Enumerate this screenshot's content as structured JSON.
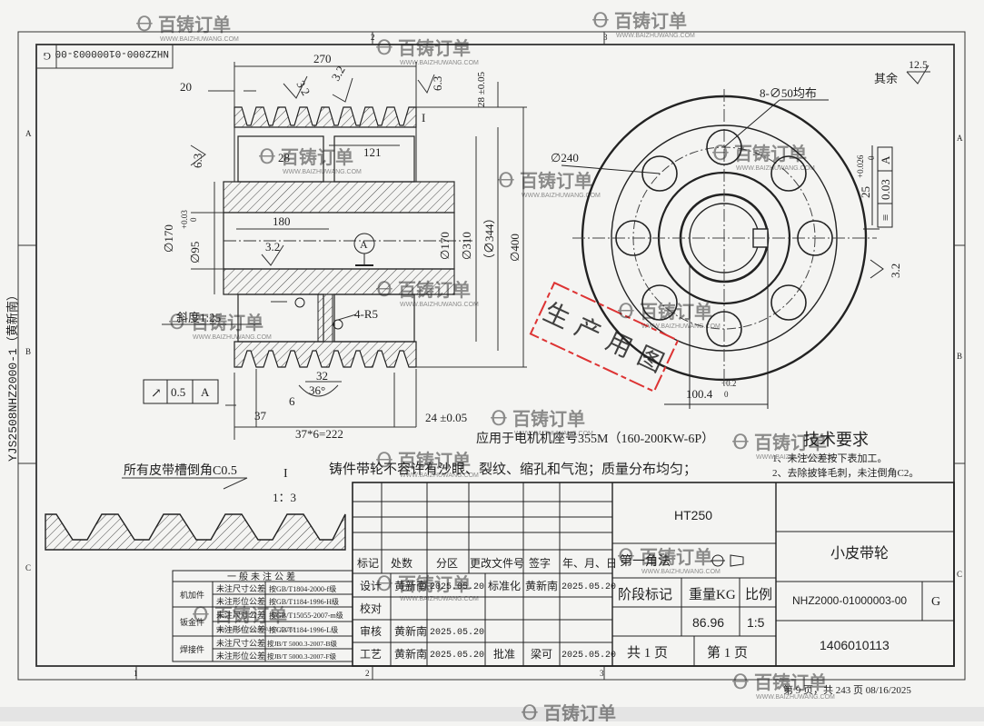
{
  "watermark": {
    "brand": "百铸订单",
    "url": "WWW.BAIZHUWANG.COM"
  },
  "border": {
    "zones_top": [
      "2",
      "3"
    ],
    "zones_bottom": [
      "1",
      "2",
      "3"
    ],
    "zones_side": [
      "A",
      "B",
      "C"
    ]
  },
  "drawing_code_box": {
    "code": "NHZ2000-01000003-00",
    "rev": "G"
  },
  "side_text": "YJS2508NHZ2000-1（黄新南）",
  "roughness_other": {
    "value": "12.5",
    "label": "其余"
  },
  "section_dims": {
    "overall_width": "270",
    "left_offset": "20",
    "ra_32a": "3.2",
    "ra_32b": "3.2",
    "ra_63_top": "6.3",
    "dim_28_tol": "28 ±0.05",
    "roman": "I",
    "dim_28": "28",
    "dim_121": "121",
    "ra_63_left": "6.3",
    "dim_180": "180",
    "ra_32_bore": "3.2",
    "dim_d170_left": "∅170",
    "dim_d95": "∅95",
    "dim_d95_tol_up": "+0.03",
    "dim_d95_tol_low": "0",
    "dim_d170": "∅170",
    "dim_d310": "∅310",
    "dim_d344": "（∅344）",
    "dim_d400": "∅400",
    "datum": "A",
    "taper": "斜度1:25",
    "radius": "4-R5",
    "dim_32": "32",
    "angle": "36°",
    "dim_6": "6",
    "dim_37": "37",
    "pitch": "37*6=222",
    "dim_24": "24 ±0.05",
    "runout_tol": "0.5",
    "runout_datum": "A"
  },
  "end_view": {
    "holes_label": "8-∅50均布",
    "pcd": "∅240",
    "dim_100": "100.4",
    "dim_100_tol_up": "+0.2",
    "dim_100_tol_low": "0",
    "key_width": "25",
    "key_tol_up": "+0.026",
    "key_tol_low": "0",
    "sym_symbol": "≡",
    "sym_tol": "0.03",
    "sym_datum": "A",
    "ra_32": "3.2"
  },
  "stamp_text": "生产用图",
  "application_note": "应用于电机机座号355M（160-200KW-6P）",
  "casting_note": "铸件带轮不容许有沙眼、裂纹、缩孔和气泡；质量分布均匀；",
  "tech_requirements": {
    "title": "技术要求",
    "items": [
      "1、未注公差按下表加工。",
      "2、去除披锋毛刺，未注倒角C2。"
    ]
  },
  "detail": {
    "note": "所有皮带槽倒角C0.5",
    "roman": "I",
    "scale": "1：3"
  },
  "tolerance_table": {
    "title": "一般未注公差",
    "groups": [
      {
        "name": "机加件",
        "rows": [
          {
            "label": "未注尺寸公差",
            "std": "按GB/T1804-2000-f级"
          },
          {
            "label": "未注形位公差",
            "std": "按GB/T1184-1996-H级"
          }
        ]
      },
      {
        "name": "钣金件",
        "rows": [
          {
            "label": "未注尺寸公差",
            "std": "按GB/T15055-2007-m级"
          },
          {
            "label": "未注形位公差",
            "std": "按GB/T1184-1996-L级"
          }
        ]
      },
      {
        "name": "焊接件",
        "rows": [
          {
            "label": "未注尺寸公差",
            "std": "按JB/T 5000.3-2007-B级"
          },
          {
            "label": "未注形位公差",
            "std": "按JB/T 5000.3-2007-F级"
          }
        ]
      }
    ]
  },
  "title_block": {
    "material": "HT250",
    "part_name": "小皮带轮",
    "projection_label": "第一角法",
    "headers": {
      "mark": "标记",
      "count": "处数",
      "zone": "分区",
      "change_doc": "更改文件号",
      "signature": "签字",
      "date": "年、月、日"
    },
    "design": {
      "role": "设计",
      "name": "黄新南",
      "date": "2025.05.20",
      "std_role": "标准化",
      "std_name": "黄新南",
      "std_date": "2025.05.20"
    },
    "check": {
      "role": "校对"
    },
    "review": {
      "role": "审核",
      "name": "黄新南",
      "date": "2025.05.20"
    },
    "process": {
      "role": "工艺",
      "name": "黄新南",
      "date": "2025.05.20",
      "approve_role": "批准",
      "approve_name": "梁可",
      "approve_date": "2025.05.20"
    },
    "stage_label": "阶段标记",
    "weight_label": "重量KG",
    "scale_label": "比例",
    "weight": "86.96",
    "scale": "1:5",
    "total_pages": "共 1 页",
    "page": "第 1 页",
    "drawing_no": "NHZ2000-01000003-00",
    "rev": "G",
    "doc_no": "1406010113"
  },
  "page_footer": "第 9 页，共 243 页 08/16/2025"
}
